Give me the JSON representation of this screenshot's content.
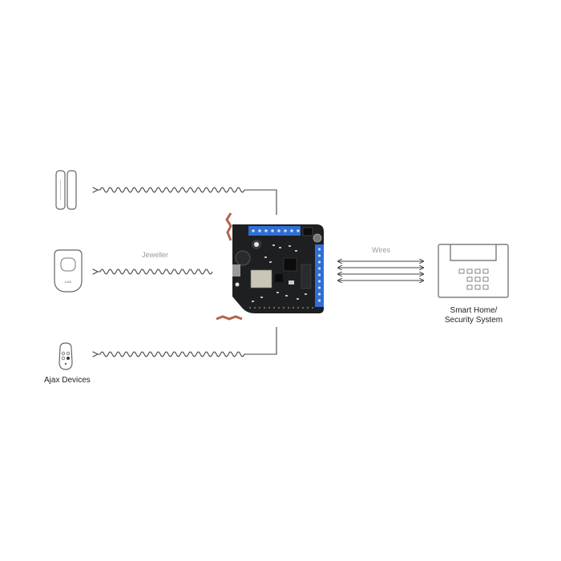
{
  "labels": {
    "jeweller": "Jeweller",
    "wires": "Wires",
    "ajax_devices": "Ajax Devices",
    "security_system_line1": "Smart Home/",
    "security_system_line2": "Security System"
  },
  "devices": {
    "motion_detector_logo": "AJAX"
  },
  "colors": {
    "line": "#444444",
    "pcb": "#1e1f21",
    "terminal": "#2f6fd6",
    "antenna": "#b5634a"
  }
}
